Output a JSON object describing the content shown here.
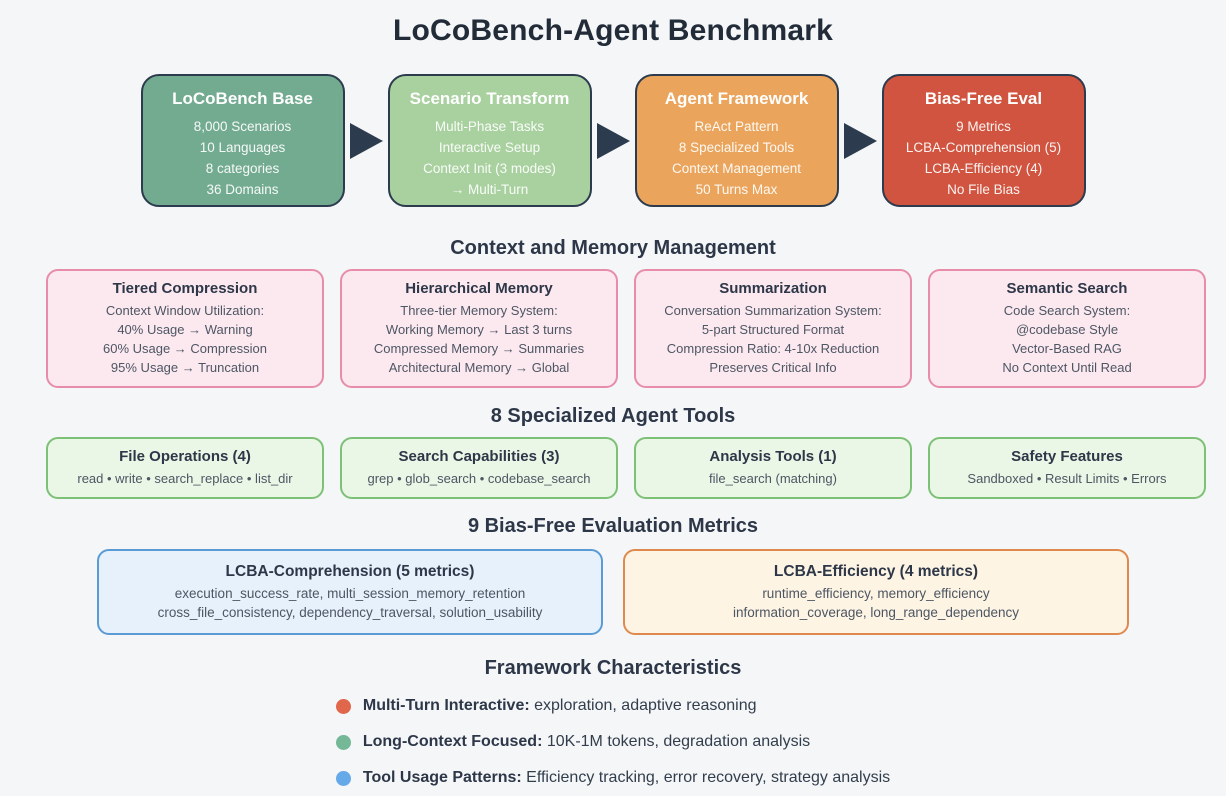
{
  "title": "LoCoBench-Agent Benchmark",
  "colors": {
    "stage1_bg": "#73ab91",
    "stage2_bg": "#a8d19f",
    "stage3_bg": "#eaa45b",
    "stage4_bg": "#d0543f",
    "stage_border": "#2c3b4d",
    "pink_bg": "#fce9f0",
    "pink_border": "#e88da9",
    "green_bg": "#eaf6e6",
    "green_border": "#7cc176",
    "blue_bg": "#e7f1fb",
    "blue_border": "#5b9bd5",
    "orange_bg": "#fdf4e4",
    "orange_border": "#de8a4e",
    "bullet_red": "#e0674c",
    "bullet_green": "#75b898",
    "bullet_blue": "#66a9e9"
  },
  "pipeline": {
    "stages": [
      {
        "title": "LoCoBench Base",
        "lines": [
          "8,000 Scenarios",
          "10 Languages",
          "8 categories",
          "36 Domains"
        ]
      },
      {
        "title": "Scenario Transform",
        "lines": [
          "Multi-Phase Tasks",
          "Interactive Setup",
          "Context Init (3 modes)",
          "→ Multi-Turn"
        ]
      },
      {
        "title": "Agent Framework",
        "lines": [
          "ReAct Pattern",
          "8 Specialized Tools",
          "Context Management",
          "50 Turns Max"
        ]
      },
      {
        "title": "Bias-Free Eval",
        "lines": [
          "9 Metrics",
          "LCBA-Comprehension (5)",
          "LCBA-Efficiency (4)",
          "No File Bias"
        ]
      }
    ]
  },
  "memory": {
    "header": "Context and Memory Management",
    "cards": [
      {
        "title": "Tiered Compression",
        "lines": [
          "Context Window Utilization:",
          "40% Usage → Warning",
          "60% Usage → Compression",
          "95% Usage → Truncation"
        ]
      },
      {
        "title": "Hierarchical Memory",
        "lines": [
          "Three-tier Memory System:",
          "Working Memory → Last 3 turns",
          "Compressed Memory → Summaries",
          "Architectural Memory → Global"
        ]
      },
      {
        "title": "Summarization",
        "lines": [
          "Conversation Summarization System:",
          "5-part Structured Format",
          "Compression Ratio: 4-10x Reduction",
          "Preserves Critical Info"
        ]
      },
      {
        "title": "Semantic Search",
        "lines": [
          "Code Search System:",
          "@codebase Style",
          "Vector-Based RAG",
          "No Context Until Read"
        ]
      }
    ]
  },
  "tools": {
    "header": "8 Specialized Agent Tools",
    "cards": [
      {
        "title": "File Operations (4)",
        "line": "read • write • search_replace • list_dir"
      },
      {
        "title": "Search Capabilities (3)",
        "line": "grep • glob_search • codebase_search"
      },
      {
        "title": "Analysis Tools (1)",
        "line": "file_search (matching)"
      },
      {
        "title": "Safety Features",
        "line": "Sandboxed • Result Limits • Errors"
      }
    ]
  },
  "metrics": {
    "header": "9 Bias-Free Evaluation Metrics",
    "cards": [
      {
        "title": "LCBA-Comprehension (5 metrics)",
        "lines": [
          "execution_success_rate, multi_session_memory_retention",
          "cross_file_consistency, dependency_traversal, solution_usability"
        ]
      },
      {
        "title": "LCBA-Efficiency (4 metrics)",
        "lines": [
          "runtime_efficiency, memory_efficiency",
          "information_coverage, long_range_dependency"
        ]
      }
    ]
  },
  "characteristics": {
    "header": "Framework Characteristics",
    "items": [
      {
        "label": "Multi-Turn Interactive:",
        "text": " exploration, adaptive reasoning"
      },
      {
        "label": "Long-Context Focused:",
        "text": " 10K-1M tokens, degradation analysis"
      },
      {
        "label": "Tool Usage Patterns:",
        "text": " Efficiency tracking, error recovery, strategy analysis"
      }
    ]
  }
}
